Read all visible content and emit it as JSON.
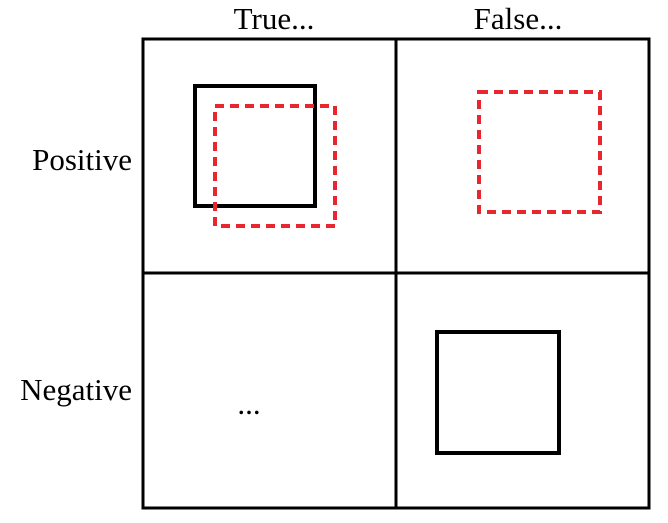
{
  "columns": {
    "true_label": "True...",
    "false_label": "False..."
  },
  "rows": {
    "positive_label": "Positive",
    "negative_label": "Negative"
  },
  "cells": {
    "true_negative_text": "..."
  },
  "colors": {
    "grid": "#000000",
    "ground_truth_box": "#000000",
    "prediction_box": "#e8262d"
  }
}
